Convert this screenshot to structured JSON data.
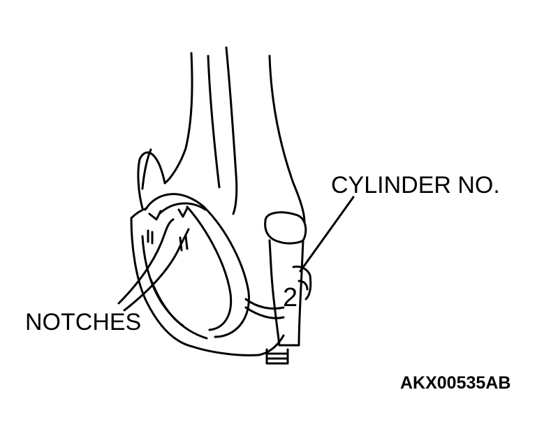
{
  "labels": {
    "cylinder_no": "CYLINDER NO.",
    "notches": "NOTCHES",
    "figure_code": "AKX00535AB"
  },
  "cap_mark": "2",
  "colors": {
    "line": "#000000",
    "background": "#ffffff"
  }
}
